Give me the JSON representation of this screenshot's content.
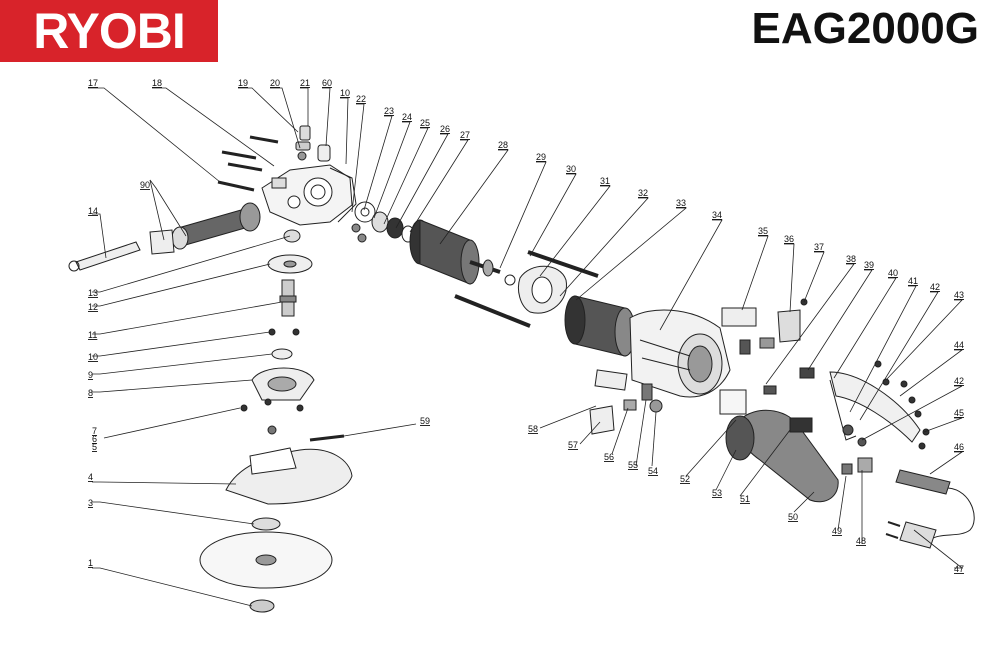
{
  "brand": {
    "logo_text": "RYOBI",
    "logo_color": "#d8232a"
  },
  "model": "EAG2000G",
  "callouts": [
    {
      "id": "c17",
      "label": "17"
    },
    {
      "id": "c18",
      "label": "18"
    },
    {
      "id": "c19",
      "label": "19"
    },
    {
      "id": "c20",
      "label": "20"
    },
    {
      "id": "c21",
      "label": "21"
    },
    {
      "id": "c60",
      "label": "60"
    },
    {
      "id": "c10a",
      "label": "10"
    },
    {
      "id": "c22",
      "label": "22"
    },
    {
      "id": "c23",
      "label": "23"
    },
    {
      "id": "c24",
      "label": "24"
    },
    {
      "id": "c25",
      "label": "25"
    },
    {
      "id": "c26",
      "label": "26"
    },
    {
      "id": "c27",
      "label": "27"
    },
    {
      "id": "c28",
      "label": "28"
    },
    {
      "id": "c29",
      "label": "29"
    },
    {
      "id": "c30",
      "label": "30"
    },
    {
      "id": "c31",
      "label": "31"
    },
    {
      "id": "c32",
      "label": "32"
    },
    {
      "id": "c33",
      "label": "33"
    },
    {
      "id": "c34",
      "label": "34"
    },
    {
      "id": "c35",
      "label": "35"
    },
    {
      "id": "c36",
      "label": "36"
    },
    {
      "id": "c37",
      "label": "37"
    },
    {
      "id": "c38",
      "label": "38"
    },
    {
      "id": "c39",
      "label": "39"
    },
    {
      "id": "c40",
      "label": "40"
    },
    {
      "id": "c41",
      "label": "41"
    },
    {
      "id": "c42a",
      "label": "42"
    },
    {
      "id": "c43",
      "label": "43"
    },
    {
      "id": "c44",
      "label": "44"
    },
    {
      "id": "c42b",
      "label": "42"
    },
    {
      "id": "c45",
      "label": "45"
    },
    {
      "id": "c46",
      "label": "46"
    },
    {
      "id": "c47",
      "label": "47"
    },
    {
      "id": "c48",
      "label": "48"
    },
    {
      "id": "c49",
      "label": "49"
    },
    {
      "id": "c50",
      "label": "50"
    },
    {
      "id": "c51",
      "label": "51"
    },
    {
      "id": "c52",
      "label": "52"
    },
    {
      "id": "c53",
      "label": "53"
    },
    {
      "id": "c54",
      "label": "54"
    },
    {
      "id": "c55",
      "label": "55"
    },
    {
      "id": "c56",
      "label": "56"
    },
    {
      "id": "c57",
      "label": "57"
    },
    {
      "id": "c58",
      "label": "58"
    },
    {
      "id": "c59",
      "label": "59"
    },
    {
      "id": "c90",
      "label": "90"
    },
    {
      "id": "c14",
      "label": "14"
    },
    {
      "id": "c13",
      "label": "13"
    },
    {
      "id": "c12",
      "label": "12"
    },
    {
      "id": "c11",
      "label": "11"
    },
    {
      "id": "c10b",
      "label": "10"
    },
    {
      "id": "c9",
      "label": "9"
    },
    {
      "id": "c8",
      "label": "8"
    },
    {
      "id": "c7",
      "label": "7"
    },
    {
      "id": "c6",
      "label": "6"
    },
    {
      "id": "c5",
      "label": "5"
    },
    {
      "id": "c4",
      "label": "4"
    },
    {
      "id": "c3",
      "label": "3"
    },
    {
      "id": "c1",
      "label": "1"
    }
  ]
}
